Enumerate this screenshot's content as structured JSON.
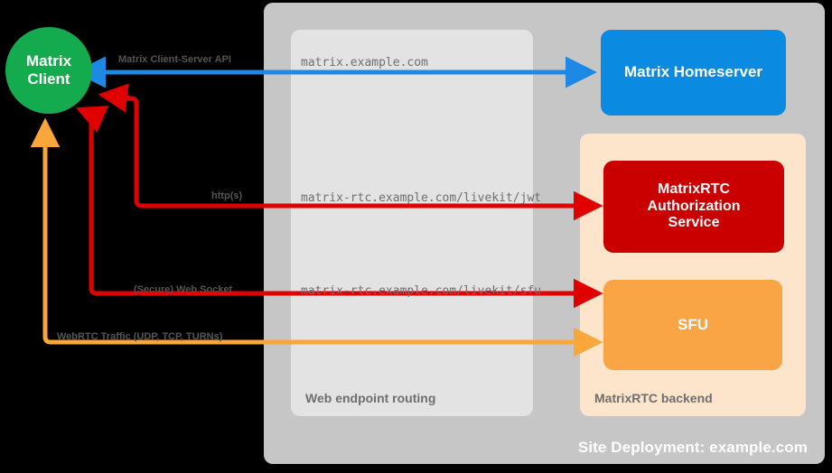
{
  "site": {
    "label": "Site Deployment: example.com",
    "bg_color": "#c6c6c6"
  },
  "containers": {
    "web_endpoint": {
      "label": "Web endpoint routing",
      "bg_color": "#e3e3e3"
    },
    "rtc_backend": {
      "label": "MatrixRTC backend",
      "bg_color": "#fde5cc"
    }
  },
  "nodes": {
    "matrix_client": {
      "line1": "Matrix",
      "line2": "Client",
      "color": "#14ab4e"
    },
    "matrix_homeserver": {
      "label": "Matrix Homeserver",
      "color": "#0a8ae0"
    },
    "rtc_auth_service": {
      "line1": "MatrixRTC",
      "line2": "Authorization",
      "line3": "Service",
      "color": "#ca0000"
    },
    "sfu": {
      "label": "SFU",
      "color": "#f9a546"
    }
  },
  "edges": {
    "cs_api": {
      "label": "Matrix Client-Server API",
      "url": "matrix.example.com",
      "color": "#1e88e5"
    },
    "https": {
      "label": "http(s)",
      "url": "matrix-rtc.example.com/livekit/jwt",
      "color": "#e00000"
    },
    "websocket": {
      "label": "(Secure) Web Socket",
      "url": "matrix-rtc.example.com/livekit/sfu",
      "color": "#e00000"
    },
    "webrtc": {
      "label": "WebRTC Traffic (UDP, TCP, TURNs)",
      "url": "",
      "color": "#f9a63a"
    }
  }
}
